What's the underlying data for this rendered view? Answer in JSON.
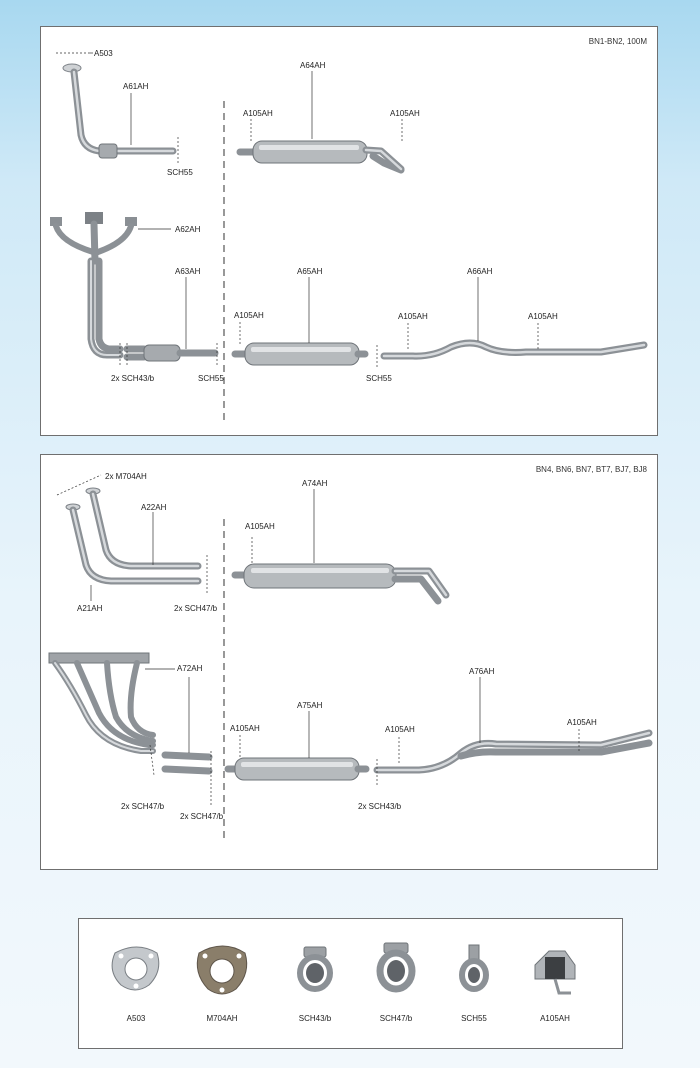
{
  "panel1": {
    "model": "BN1-BN2, 100M",
    "labels": {
      "a503": "A503",
      "a61ah": "A61AH",
      "sch55_a": "SCH55",
      "a64ah": "A64AH",
      "a105ah_1": "A105AH",
      "a105ah_2": "A105AH",
      "a62ah": "A62AH",
      "a63ah": "A63AH",
      "sch43b": "2x SCH43/b",
      "sch55_b": "SCH55",
      "a65ah": "A65AH",
      "a105ah_3": "A105AH",
      "sch55_c": "SCH55",
      "a66ah": "A66AH",
      "a105ah_4": "A105AH",
      "a105ah_5": "A105AH"
    }
  },
  "panel2": {
    "model": "BN4, BN6, BN7, BT7, BJ7, BJ8",
    "labels": {
      "m704ah": "2x M704AH",
      "a22ah": "A22AH",
      "a21ah": "A21AH",
      "sch47b_a": "2x SCH47/b",
      "a74ah": "A74AH",
      "a105ah_1": "A105AH",
      "a72ah": "A72AH",
      "sch47b_b": "2x SCH47/b",
      "sch47b_c": "2x SCH47/b",
      "a75ah": "A75AH",
      "a105ah_2": "A105AH",
      "a105ah_3": "A105AH",
      "sch43b": "2x SCH43/b",
      "a76ah": "A76AH",
      "a105ah_4": "A105AH"
    }
  },
  "parts": [
    {
      "label": "A503",
      "icon": "flange-ring-icon"
    },
    {
      "label": "M704AH",
      "icon": "gasket-icon"
    },
    {
      "label": "SCH43/b",
      "icon": "clamp-icon"
    },
    {
      "label": "SCH47/b",
      "icon": "clamp-icon"
    },
    {
      "label": "SCH55",
      "icon": "band-clamp-icon"
    },
    {
      "label": "A105AH",
      "icon": "mounting-bracket-icon"
    }
  ]
}
